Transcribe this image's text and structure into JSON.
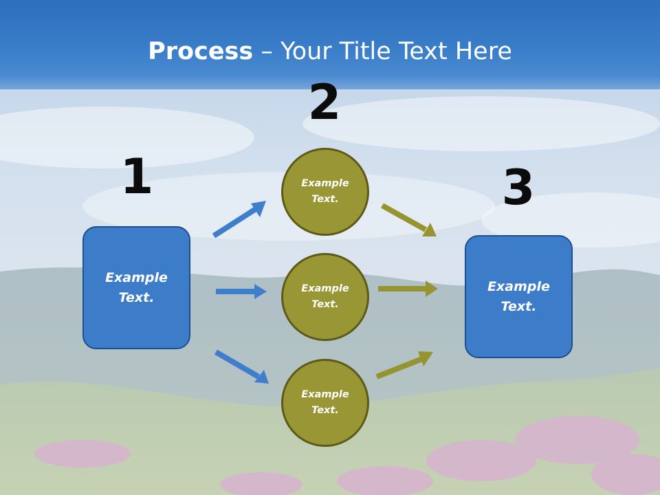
{
  "slide": {
    "title_bold": "Process",
    "title_rest": " – Your Title Text Here"
  },
  "steps": [
    {
      "number": "1",
      "text": [
        "Example",
        "Text."
      ]
    },
    {
      "number": "2",
      "items": [
        {
          "text": [
            "Example",
            "Text."
          ]
        },
        {
          "text": [
            "Example",
            "Text."
          ]
        },
        {
          "text": [
            "Example",
            "Text."
          ]
        }
      ]
    },
    {
      "number": "3",
      "text": [
        "Example",
        "Text."
      ]
    }
  ],
  "colors": {
    "title_bar": "#2e6fbd",
    "blue_box": "#3d7cc9",
    "blue_arrow": "#3f7ecb",
    "olive_circle": "#999636",
    "olive_arrow": "#969431"
  }
}
